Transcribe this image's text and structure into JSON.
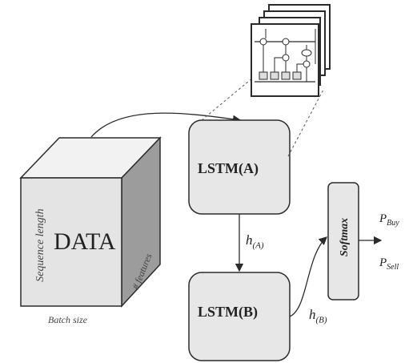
{
  "diagram": {
    "data_block": {
      "label": "DATA",
      "axis_height": "Sequence length",
      "axis_width": "Batch size",
      "axis_depth": "# features"
    },
    "lstm_a": {
      "label": "LSTM(A)"
    },
    "lstm_b": {
      "label": "LSTM(B)"
    },
    "softmax": {
      "label": "Softmax"
    },
    "h_a": {
      "base": "h",
      "sub": "(A)"
    },
    "h_b": {
      "base": "h",
      "sub": "(B)"
    },
    "p_buy": {
      "base": "P",
      "sub": "Buy"
    },
    "p_sell": {
      "base": "P",
      "sub": "Sell"
    },
    "colors": {
      "stroke": "#2b2b2b",
      "box_fill": "#e7e7e7",
      "cube_front": "#e4e4e4",
      "cube_top": "#f2f2f2",
      "cube_side": "#9c9c9c"
    }
  }
}
